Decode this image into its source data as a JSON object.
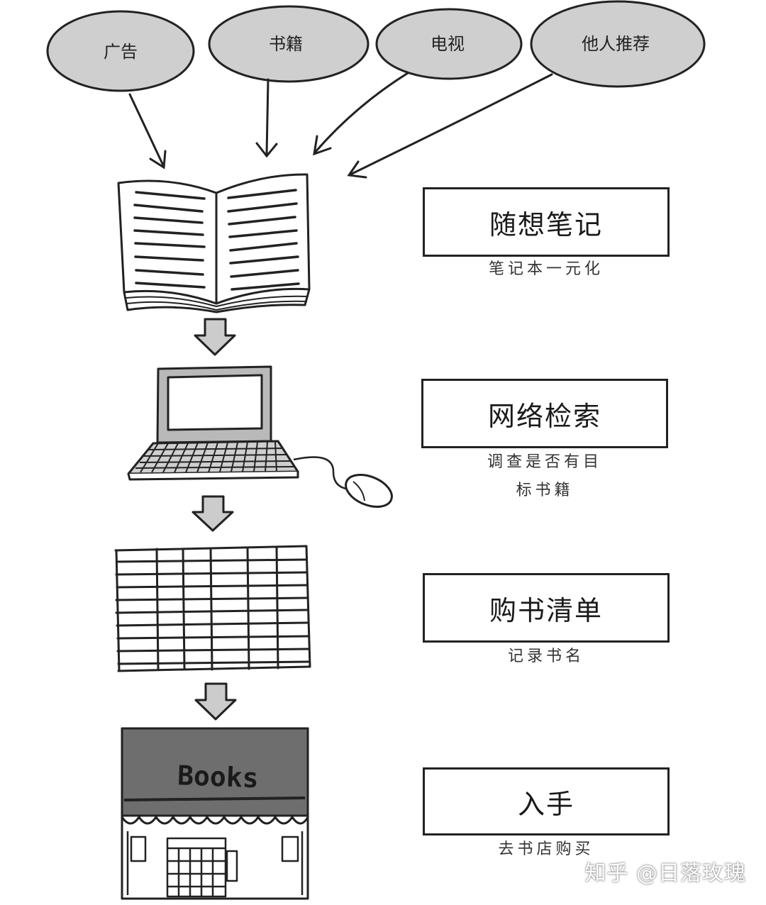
{
  "sources": [
    {
      "label": "广告"
    },
    {
      "label": "书籍"
    },
    {
      "label": "电视"
    },
    {
      "label": "他人推荐"
    }
  ],
  "steps": [
    {
      "title": "随想笔记",
      "note": [
        "笔记本一元化"
      ],
      "icon": "open-book-icon"
    },
    {
      "title": "网络检索",
      "note": [
        "调查是否有目",
        "标书籍"
      ],
      "icon": "computer-icon"
    },
    {
      "title": "购书清单",
      "note": [
        "记录书名"
      ],
      "icon": "list-grid-icon"
    },
    {
      "title": "入手",
      "note": [
        "去书店购买"
      ],
      "icon": "bookstore-icon"
    }
  ],
  "bookstore_sign": "Books",
  "watermark": "知乎 @日落玫瑰",
  "colors": {
    "ellipse_fill": "#cfcfcf",
    "arrow_fill": "#cccccc",
    "awning": "#6e6e6e",
    "screen_frame": "#b9b9b9"
  }
}
